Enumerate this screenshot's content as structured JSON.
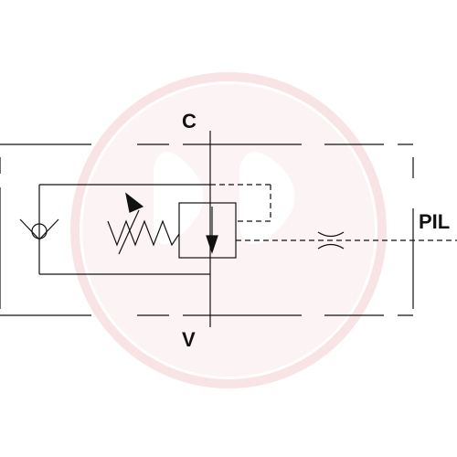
{
  "diagram": {
    "ports": {
      "top": "C",
      "bottom": "V",
      "right": "PIL"
    },
    "symbols": {
      "check_valve": "check-valve-symbol",
      "adjustable_spring": "adjustable-spring-symbol",
      "valve_spool": "valve-spool-symbol",
      "orifice": "fixed-orifice-symbol"
    },
    "watermark": {
      "shape": "circle-logo",
      "color": "#f2c9c9"
    },
    "line_color": "#111111"
  }
}
